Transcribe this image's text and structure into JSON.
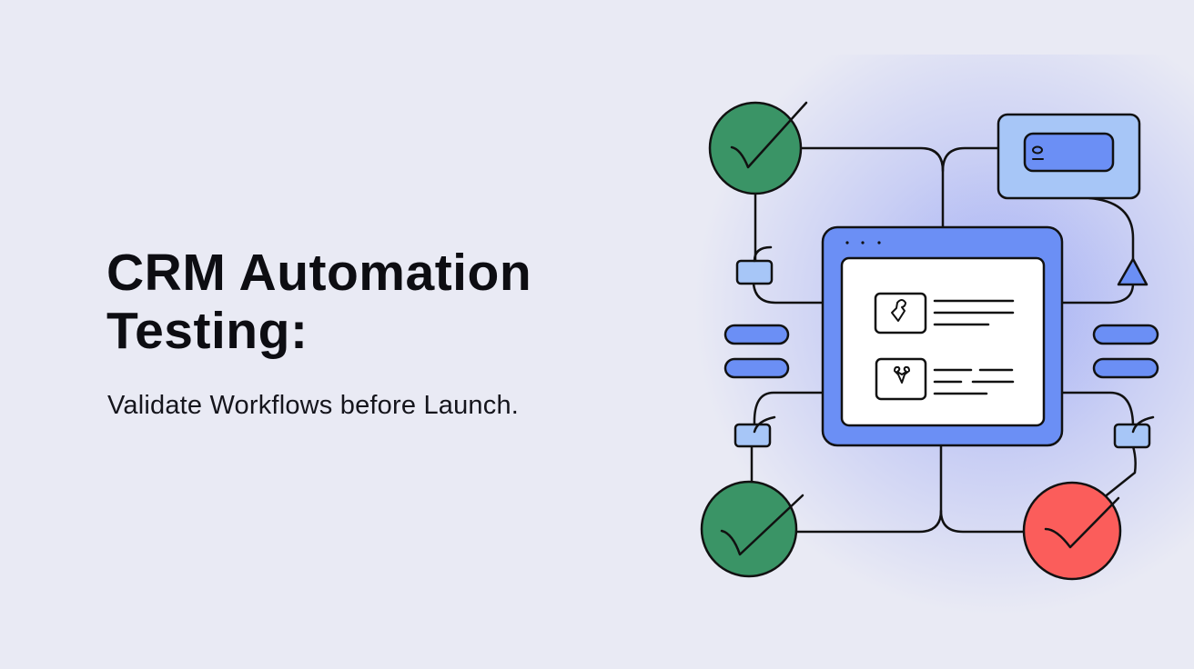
{
  "hero": {
    "title_line1": "CRM Automation",
    "title_line2": "Testing:",
    "subtitle": "Validate Workflows before Launch."
  },
  "colors": {
    "background": "#e9eaf4",
    "success": "#3a9466",
    "failure": "#fb5d5b",
    "window": "#6b8ff5",
    "light_blue": "#a7c6f7",
    "stroke": "#111111"
  }
}
